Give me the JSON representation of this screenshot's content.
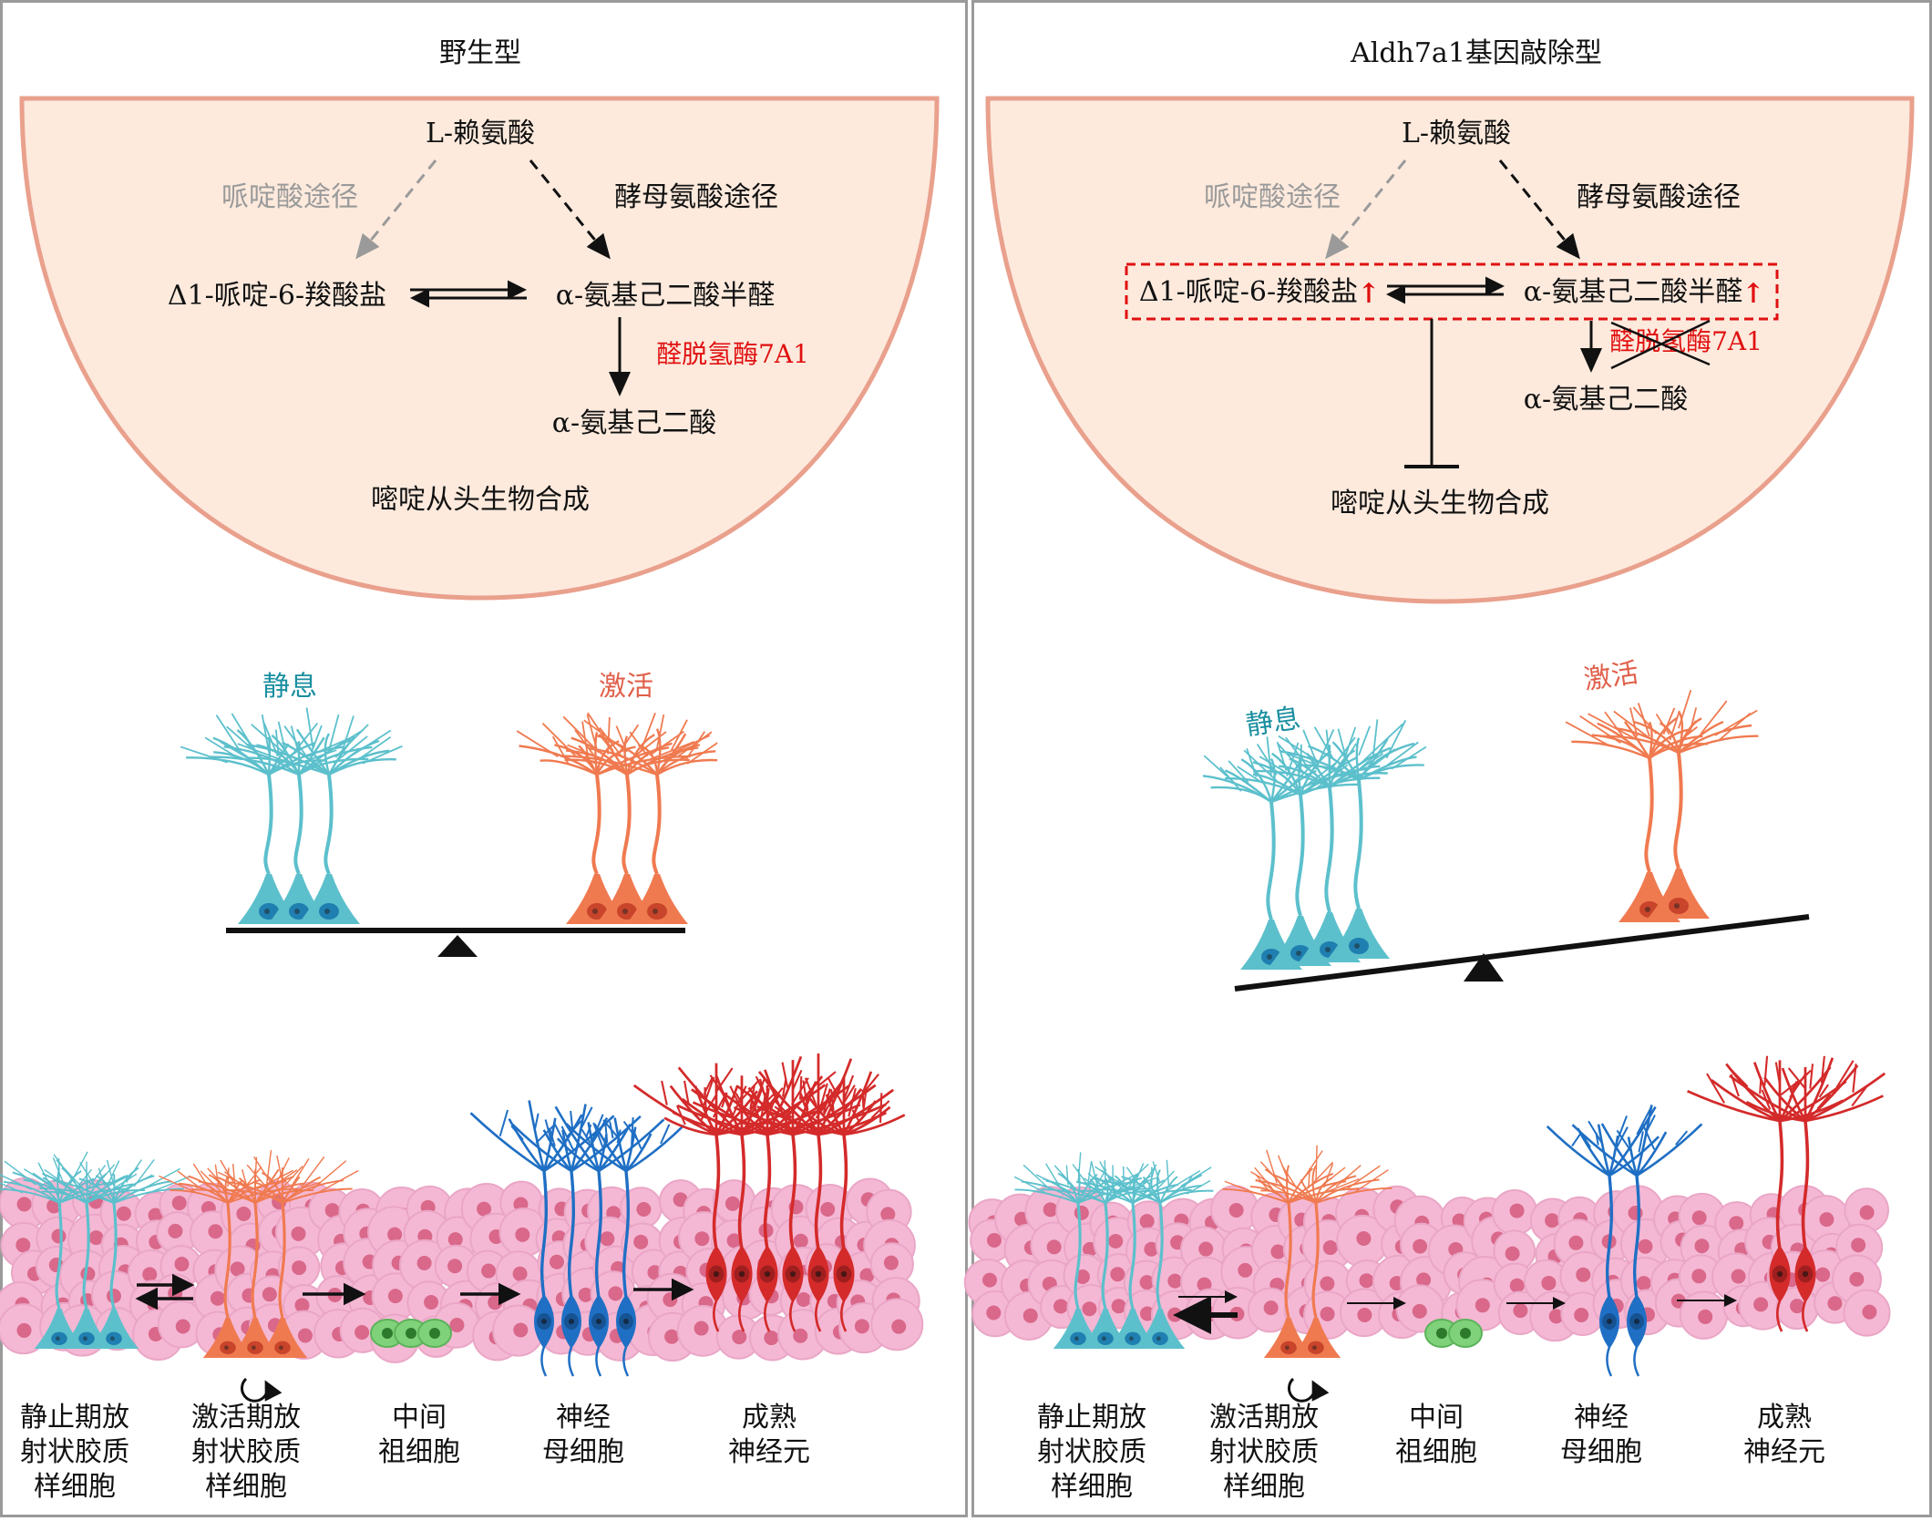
{
  "colors": {
    "dome_fill": "#fdeadd",
    "dome_stroke": "#e9a08c",
    "enzyme_red": "#e01010",
    "gray_path": "#9a9a9a",
    "quiescent": "#5cc0cc",
    "quiescent_label": "#1a8fa0",
    "activated": "#f07a50",
    "activated_label": "#e0604a",
    "tissue": "#f4b8d4",
    "tissue_nucleus": "#d9688a",
    "ipc": "#7fd17a",
    "neuroblast": "#1f6fc4",
    "neuron": "#d42a2a"
  },
  "left": {
    "title": "野生型",
    "pathway": {
      "lysine": "L-赖氨酸",
      "pipecolic_route": "哌啶酸途径",
      "saccharopine_route": "酵母氨酸途径",
      "p6c": "Δ1-哌啶-6-羧酸盐",
      "aasa": "α-氨基己二酸半醛",
      "enzyme": "醛脱氢酶7A1",
      "aaa": "α-氨基己二酸",
      "pyrimidine": "嘧啶从头生物合成"
    },
    "balance": {
      "quiescent": "静息",
      "activated": "激活",
      "quiescent_count": 3,
      "activated_count": 3,
      "tilt": "level"
    },
    "lineage": {
      "labels": [
        [
          "静止期放",
          "射状胶质",
          "样细胞"
        ],
        [
          "激活期放",
          "射状胶质",
          "样细胞"
        ],
        [
          "中间",
          "祖细胞"
        ],
        [
          "神经",
          "母细胞"
        ],
        [
          "成熟",
          "神经元"
        ]
      ],
      "counts": {
        "qrgl": 3,
        "argl": 3,
        "ipc": 3,
        "nb": 4,
        "neuron": 6
      }
    }
  },
  "right": {
    "title": "Aldh7a1基因敲除型",
    "pathway": {
      "lysine": "L-赖氨酸",
      "pipecolic_route": "哌啶酸途径",
      "saccharopine_route": "酵母氨酸途径",
      "p6c": "Δ1-哌啶-6-羧酸盐",
      "aasa": "α-氨基己二酸半醛",
      "up_arrow": "↑",
      "enzyme": "醛脱氢酶7A1",
      "aaa": "α-氨基己二酸",
      "pyrimidine": "嘧啶从头生物合成"
    },
    "balance": {
      "quiescent": "静息",
      "activated": "激活",
      "quiescent_count": 4,
      "activated_count": 2,
      "tilt": "quiescent-heavy"
    },
    "lineage": {
      "labels": [
        [
          "静止期放",
          "射状胶质",
          "样细胞"
        ],
        [
          "激活期放",
          "射状胶质",
          "样细胞"
        ],
        [
          "中间",
          "祖细胞"
        ],
        [
          "神经",
          "母细胞"
        ],
        [
          "成熟",
          "神经元"
        ]
      ],
      "counts": {
        "qrgl": 4,
        "argl": 2,
        "ipc": 2,
        "nb": 2,
        "neuron": 2
      }
    }
  }
}
